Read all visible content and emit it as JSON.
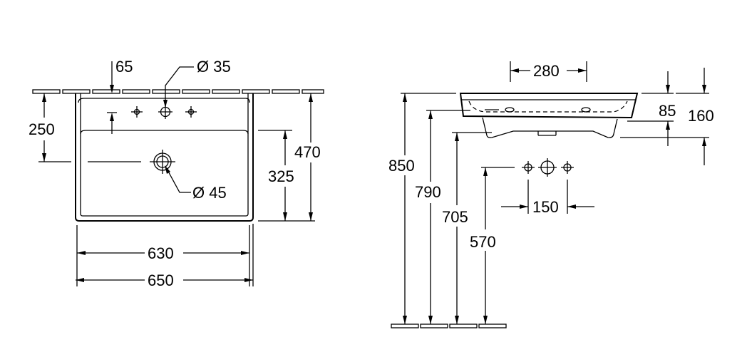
{
  "top_view": {
    "dimensions": {
      "offset_65": "65",
      "tap_hole_diameter": "Ø 35",
      "waste_diameter": "Ø 45",
      "depth_250": "250",
      "depth_325": "325",
      "depth_470": "470",
      "width_630": "630",
      "width_650": "650"
    }
  },
  "side_view": {
    "dimensions": {
      "overflow_280": "280",
      "rim_85": "85",
      "total_160": "160",
      "height_850": "850",
      "height_790": "790",
      "height_705": "705",
      "height_570": "570",
      "spacing_150": "150"
    }
  }
}
